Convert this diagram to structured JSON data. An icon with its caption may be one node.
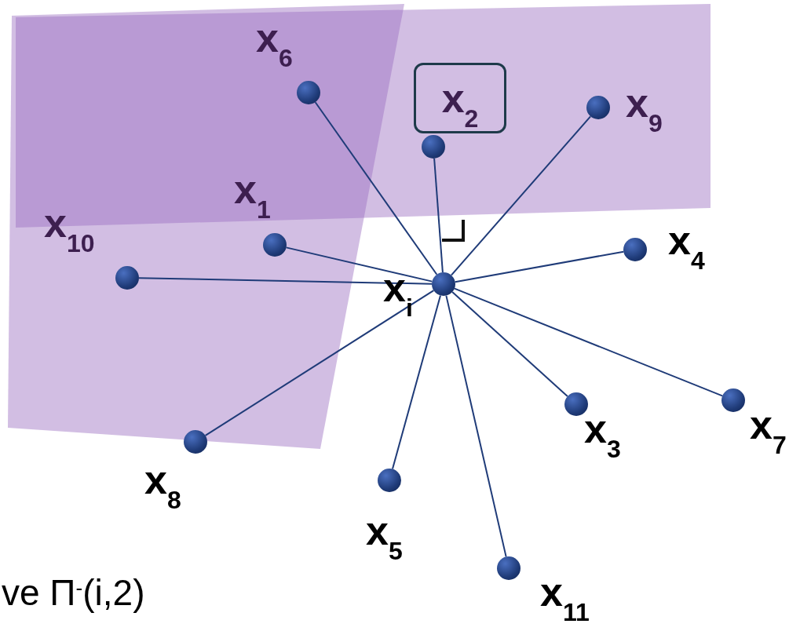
{
  "diagram": {
    "nodes": [
      {
        "text": [],
        "shape": "circle",
        "beside": [
          "x$_{6}$"
        ]
      },
      {
        "text": [
          "x$_{2}$"
        ]
      },
      {
        "text": [],
        "shape": "circle"
      },
      {
        "text": [],
        "shape": "circle",
        "beside": [
          "x$_{9}$"
        ]
      },
      {
        "text": [],
        "shape": "circle",
        "beside": [
          "x$_{1}$"
        ]
      },
      {
        "text": [],
        "shape": "circle",
        "beside": [
          "x$_{10}$"
        ]
      },
      {
        "text": [],
        "shape": "circle",
        "beside": [
          "x$_{4}$"
        ]
      },
      {
        "text": [],
        "shape": "circle",
        "beside": [
          "x$_{i}$"
        ]
      },
      {
        "text": [],
        "shape": "circle",
        "beside": [
          "x$_{3}$"
        ]
      },
      {
        "text": [],
        "shape": "circle",
        "beside": [
          "x$_{7}$"
        ]
      },
      {
        "text": [],
        "shape": "circle",
        "beside": [
          "x$_{8}$"
        ]
      },
      {
        "text": [],
        "shape": "circle",
        "beside": [
          "x$_{5}$"
        ]
      },
      {
        "text": [],
        "shape": "circle",
        "beside": [
          "x$_{11}$"
        ]
      }
    ],
    "edges": [
      {
        "from": 7,
        "to": 0,
        "arrow": "none"
      },
      {
        "from": 7,
        "to": 2,
        "arrow": "none"
      },
      {
        "from": 7,
        "to": 3,
        "arrow": "none"
      },
      {
        "from": 7,
        "to": 4,
        "arrow": "none"
      },
      {
        "from": 7,
        "to": 5,
        "arrow": "none"
      },
      {
        "from": 7,
        "to": 6,
        "arrow": "none"
      },
      {
        "from": 7,
        "to": 8,
        "arrow": "none"
      },
      {
        "from": 7,
        "to": 9,
        "arrow": "none"
      },
      {
        "from": 7,
        "to": 10,
        "arrow": "none"
      },
      {
        "from": 7,
        "to": 11,
        "arrow": "none"
      },
      {
        "from": 7,
        "to": 12,
        "arrow": "none"
      }
    ],
    "labels": [
      "ve Π$^{-}$(i,2)"
    ]
  }
}
